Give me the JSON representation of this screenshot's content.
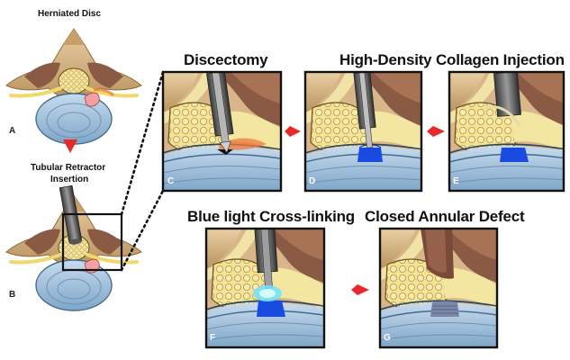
{
  "labels": {
    "herniated_disc": "Herniated Disc",
    "tubular_retractor": "Tubular Retractor",
    "insertion": "Insertion",
    "discectomy": "Discectomy",
    "high_density_collagen": "High-Density Collagen Injection",
    "blue_light": "Blue light Cross-linking",
    "closed_annular": "Closed Annular Defect"
  },
  "panel_letters": {
    "a": "A",
    "b": "B",
    "c": "C",
    "d": "D",
    "e": "E",
    "f": "F",
    "g": "G"
  },
  "colors": {
    "arrow": "#e8282a",
    "disc_blue": "#9fc1dd",
    "disc_outline": "#456a8c",
    "bone": "#d9b886",
    "muscle": "#8a5a44",
    "nerve_fill": "#f3e29a",
    "injection_blue": "#1a4be0",
    "inflammation": "#f07a3c",
    "panel_border": "#111111"
  }
}
